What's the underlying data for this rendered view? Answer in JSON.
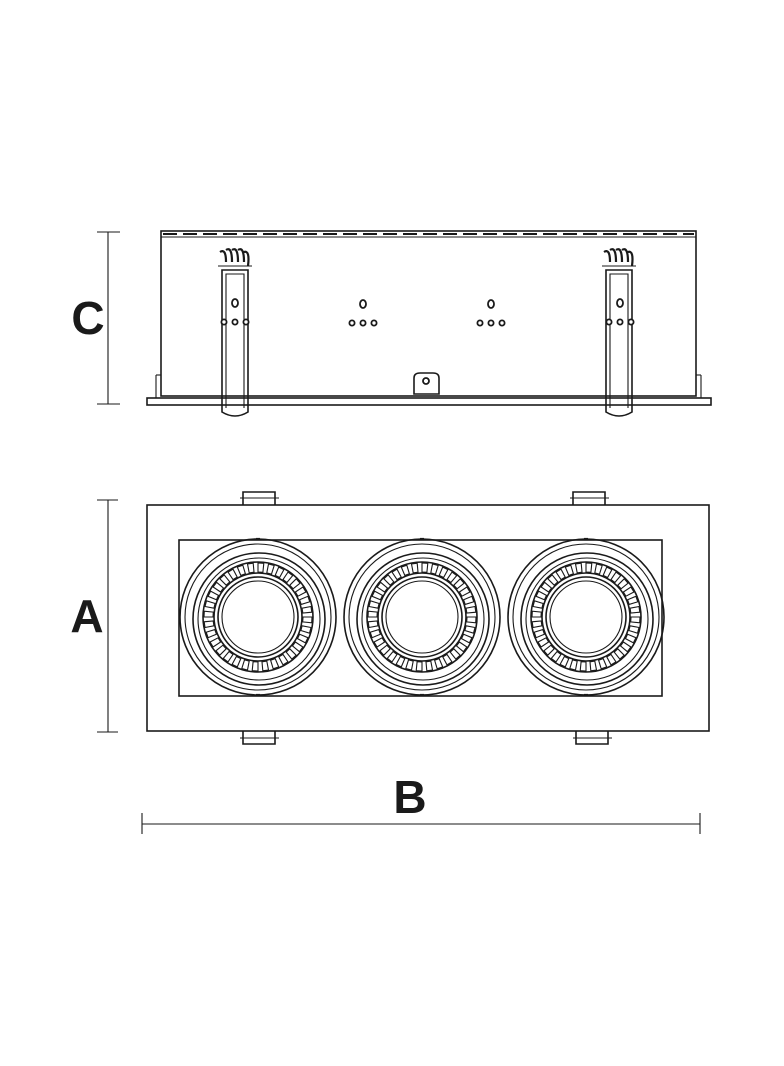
{
  "dimensions": {
    "height_label": "C",
    "width_label": "A",
    "length_label": "B"
  },
  "lamp_count": 3,
  "spring_clip_count": 2,
  "colors": {
    "line": "#1a1a1a",
    "background": "#ffffff"
  }
}
